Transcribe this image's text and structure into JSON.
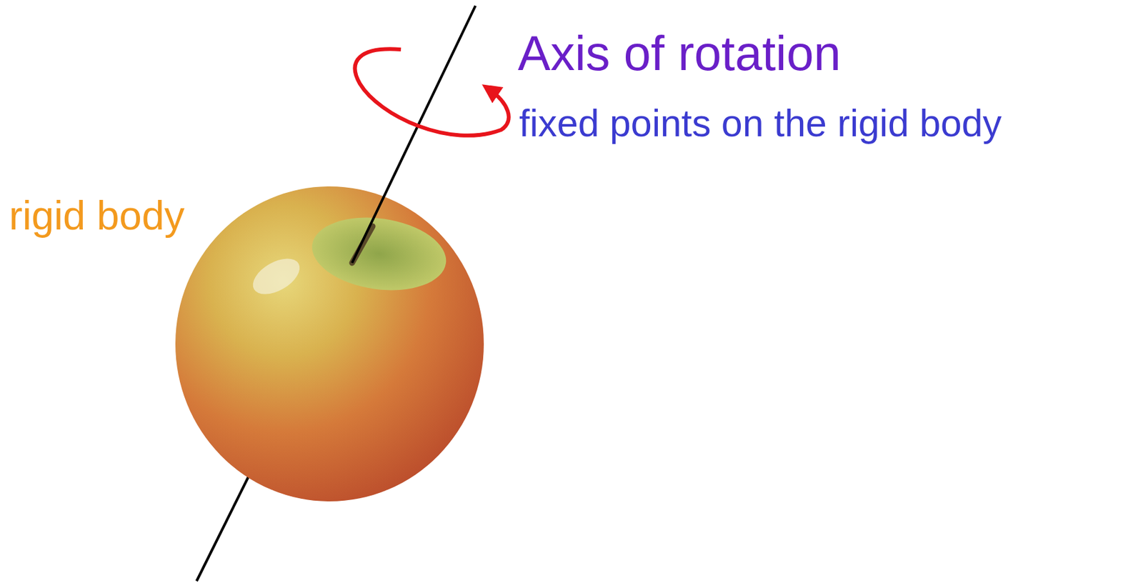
{
  "diagram": {
    "labels": [
      "Axis of rotation",
      "fixed points on the rigid body",
      "rigid body"
    ]
  }
}
